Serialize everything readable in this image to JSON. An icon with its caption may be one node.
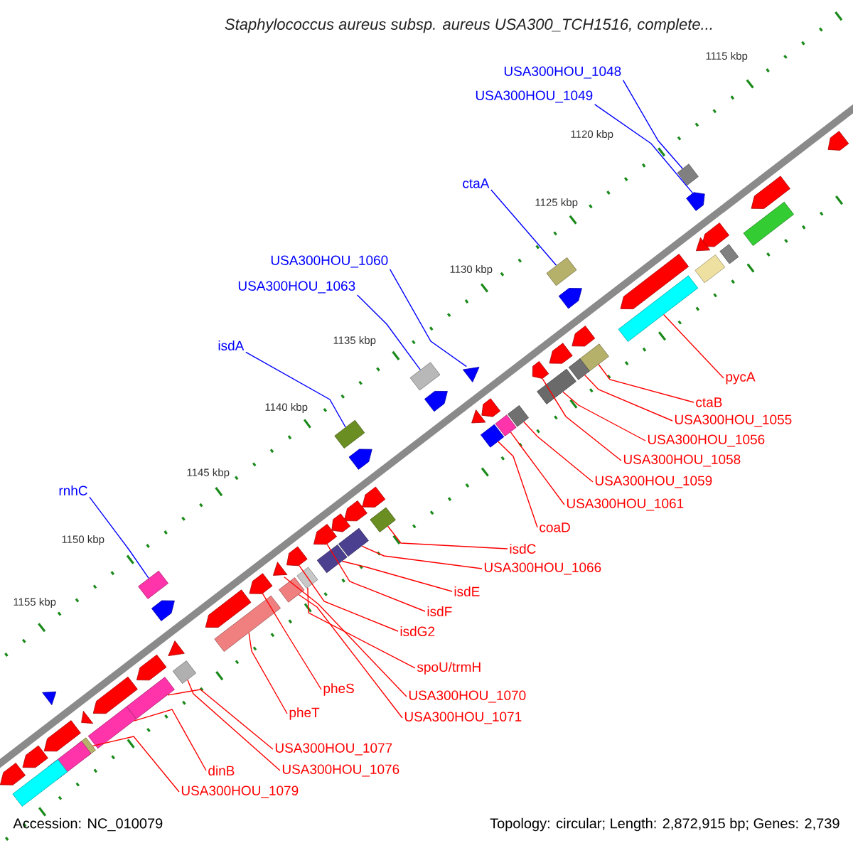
{
  "diagram": {
    "title": "Staphylococcus aureus subsp. aureus USA300_TCH1516, complete...",
    "nodes": [
      {
        "text": [
          "USA300HOU_1048"
        ]
      },
      {
        "text": [
          "USA300HOU_1049"
        ]
      },
      {
        "text": [
          "ctaA"
        ]
      },
      {
        "text": [
          "USA300HOU_1060"
        ]
      },
      {
        "text": [
          "USA300HOU_1063"
        ]
      },
      {
        "text": [
          "isdA"
        ]
      },
      {
        "text": [
          "rnhC"
        ]
      },
      {
        "text": [
          "pycA"
        ]
      },
      {
        "text": [
          "ctaB"
        ]
      },
      {
        "text": [
          "USA300HOU_1055"
        ]
      },
      {
        "text": [
          "USA300HOU_1056"
        ]
      },
      {
        "text": [
          "USA300HOU_1058"
        ]
      },
      {
        "text": [
          "USA300HOU_1059"
        ]
      },
      {
        "text": [
          "USA300HOU_1061"
        ]
      },
      {
        "text": [
          "coaD"
        ]
      },
      {
        "text": [
          "isdC"
        ]
      },
      {
        "text": [
          "USA300HOU_1066"
        ]
      },
      {
        "text": [
          "isdE"
        ]
      },
      {
        "text": [
          "isdF"
        ]
      },
      {
        "text": [
          "isdG2"
        ]
      },
      {
        "text": [
          "spoU/trmH"
        ]
      },
      {
        "text": [
          "USA300HOU_1070"
        ]
      },
      {
        "text": [
          "USA300HOU_1071"
        ]
      },
      {
        "text": [
          "pheS"
        ]
      },
      {
        "text": [
          "pheT"
        ]
      },
      {
        "text": [
          "USA300HOU_1077"
        ]
      },
      {
        "text": [
          "USA300HOU_1076"
        ]
      },
      {
        "text": [
          "dinB"
        ]
      },
      {
        "text": [
          "USA300HOU_1079"
        ]
      },
      {
        "text": [],
        "shape": "box"
      },
      {
        "text": [],
        "shape": "arrow"
      },
      {
        "text": [],
        "shape": "box"
      },
      {
        "text": [],
        "shape": "triangle"
      },
      {
        "text": [],
        "shape": "box"
      },
      {
        "text": [],
        "shape": "box"
      },
      {
        "text": [],
        "shape": "box"
      },
      {
        "text": [],
        "shape": "box"
      },
      {
        "text": [],
        "shape": "box"
      },
      {
        "text": [],
        "shape": "box"
      },
      {
        "text": [],
        "shape": "box"
      },
      {
        "text": [],
        "shape": "arrow"
      },
      {
        "text": [],
        "shape": "box"
      },
      {
        "text": [],
        "shape": "box"
      },
      {
        "text": [],
        "shape": "box"
      },
      {
        "text": [],
        "shape": "box"
      },
      {
        "text": [],
        "shape": "box"
      },
      {
        "text": [],
        "shape": "box"
      },
      {
        "text": [],
        "shape": "arrow"
      },
      {
        "text": [],
        "shape": "arrow"
      },
      {
        "text": [],
        "shape": "box"
      },
      {
        "text": [],
        "shape": "triangle"
      },
      {
        "text": [],
        "shape": "box"
      },
      {
        "text": [],
        "shape": "arrow"
      },
      {
        "text": [],
        "shape": "box"
      },
      {
        "text": [],
        "shape": "box"
      },
      {
        "text": [],
        "shape": "box"
      },
      {
        "text": [],
        "shape": "box"
      },
      {
        "text": [],
        "shape": "box"
      },
      {
        "text": [],
        "shape": "arrow"
      },
      {
        "text": [],
        "shape": "arrow"
      },
      {
        "text": [],
        "shape": "arrow"
      },
      {
        "text": [],
        "shape": "arrow"
      },
      {
        "text": [],
        "shape": "triangle"
      },
      {
        "text": [],
        "shape": "arrow"
      },
      {
        "text": [],
        "shape": "arrow"
      },
      {
        "text": [],
        "shape": "arrow"
      },
      {
        "text": [],
        "shape": "triangle"
      },
      {
        "text": [],
        "shape": "arrow"
      },
      {
        "text": [],
        "shape": "arrow"
      },
      {
        "text": [],
        "shape": "arrow"
      },
      {
        "text": [],
        "shape": "arrow"
      },
      {
        "text": [],
        "shape": "triangle"
      },
      {
        "text": [],
        "shape": "arrow"
      },
      {
        "text": [],
        "shape": "arrow"
      },
      {
        "text": [],
        "shape": "arrow"
      },
      {
        "text": [],
        "shape": "arrow"
      },
      {
        "text": [],
        "shape": "triangle"
      },
      {
        "text": [],
        "shape": "arrow"
      },
      {
        "text": [],
        "shape": "arrow"
      },
      {
        "text": [],
        "shape": "triangle"
      },
      {
        "text": [],
        "shape": "arrow"
      },
      {
        "text": [],
        "shape": "arrow"
      },
      {
        "text": [],
        "shape": "arrow"
      },
      {
        "text": [],
        "shape": "box"
      },
      {
        "text": [],
        "shape": "box"
      },
      {
        "text": [],
        "shape": "box"
      },
      {
        "text": [],
        "shape": "box"
      },
      {
        "text": [],
        "shape": "box"
      }
    ],
    "edges": [
      {
        "from": 0,
        "to": 29,
        "arrow": "none",
        "color": "#0000ff"
      },
      {
        "from": 1,
        "to": 30,
        "arrow": "none",
        "color": "#0000ff"
      },
      {
        "from": 2,
        "to": 31,
        "arrow": "none",
        "color": "#0000ff"
      },
      {
        "from": 3,
        "to": 32,
        "arrow": "none",
        "color": "#0000ff"
      },
      {
        "from": 4,
        "to": 33,
        "arrow": "none",
        "color": "#0000ff"
      },
      {
        "from": 5,
        "to": 34,
        "arrow": "none",
        "color": "#0000ff"
      },
      {
        "from": 6,
        "to": 35,
        "arrow": "none",
        "color": "#0000ff"
      },
      {
        "from": 7,
        "to": 36,
        "arrow": "none"
      },
      {
        "from": 8,
        "to": 37,
        "arrow": "none"
      },
      {
        "from": 9,
        "to": 38,
        "arrow": "none"
      },
      {
        "from": 10,
        "to": 39,
        "arrow": "none"
      },
      {
        "from": 11,
        "to": 40,
        "arrow": "none"
      },
      {
        "from": 12,
        "to": 41,
        "arrow": "none"
      },
      {
        "from": 13,
        "to": 42,
        "arrow": "none"
      },
      {
        "from": 14,
        "to": 43,
        "arrow": "none"
      },
      {
        "from": 15,
        "to": 44,
        "arrow": "none"
      },
      {
        "from": 16,
        "to": 45,
        "arrow": "none"
      },
      {
        "from": 17,
        "to": 46,
        "arrow": "none"
      },
      {
        "from": 18,
        "to": 47,
        "arrow": "none"
      },
      {
        "from": 19,
        "to": 48,
        "arrow": "none"
      },
      {
        "from": 20,
        "to": 49,
        "arrow": "none"
      },
      {
        "from": 21,
        "to": 50,
        "arrow": "none"
      },
      {
        "from": 22,
        "to": 51,
        "arrow": "none"
      },
      {
        "from": 23,
        "to": 52,
        "arrow": "none"
      },
      {
        "from": 24,
        "to": 53,
        "arrow": "none"
      },
      {
        "from": 25,
        "to": 54,
        "arrow": "none"
      },
      {
        "from": 26,
        "to": 55,
        "arrow": "none"
      },
      {
        "from": 27,
        "to": 56,
        "arrow": "none"
      },
      {
        "from": 28,
        "to": 57,
        "arrow": "none"
      }
    ],
    "labels": [
      "1115 kbp",
      "1120 kbp",
      "1125 kbp",
      "1130 kbp",
      "1135 kbp",
      "1140 kbp",
      "1145 kbp",
      "1150 kbp",
      "1155 kbp",
      "Accession: NC_010079",
      "Topology: circular; Length: 2,872,915 bp; Genes: 2,739"
    ]
  }
}
